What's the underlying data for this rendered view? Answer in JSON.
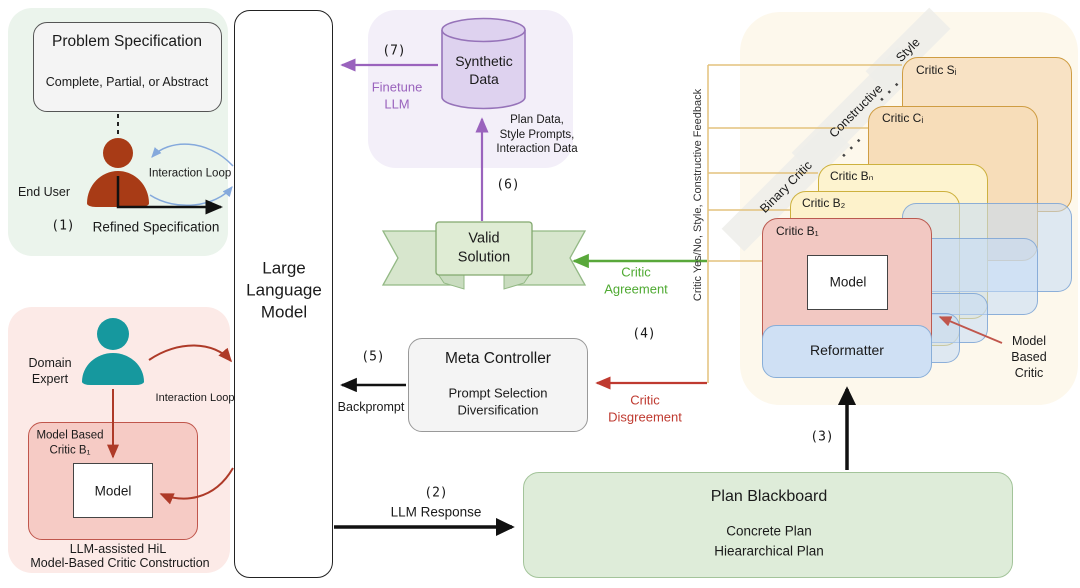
{
  "problem_spec": {
    "title": "Problem Specification",
    "subtitle": "Complete, Partial, or Abstract",
    "user": "End User",
    "loop": "Interaction Loop",
    "step": "(1)",
    "step_label": "Refined Specification"
  },
  "llm": {
    "title": "Large\nLanguage\nModel"
  },
  "synthetic": {
    "step7": "(7)",
    "finetune": "Finetune\nLLM",
    "cylinder": "Synthetic\nData",
    "note": "Plan Data,\nStyle Prompts,\nInteraction Data",
    "step6": "(6)"
  },
  "valid_solution": {
    "label": "Valid\nSolution",
    "agreement": "Critic\nAgreement"
  },
  "meta": {
    "title": "Meta Controller",
    "body": "Prompt Selection\nDiversification",
    "step5": "(5)",
    "backprompt": "Backprompt",
    "step4": "(4)",
    "disagreement": "Critic\nDisgreement"
  },
  "response": {
    "step2": "(2)",
    "label": "LLM Response"
  },
  "blackboard": {
    "title": "Plan Blackboard",
    "line1": "Concrete Plan",
    "line2": "Hieararchical Plan",
    "step3": "(3)"
  },
  "hil": {
    "expert": "Domain\nExpert",
    "loop": "Interaction Loop",
    "critic_label": "Model Based\nCritic B₁",
    "model": "Model",
    "caption1": "LLM-assisted HiL",
    "caption2": "Model-Based Critic Construction"
  },
  "critics": {
    "axis": "Critic Yes/No, Style, Constructive Feedback",
    "binary": "Binary Critic",
    "constructive": "Constructive",
    "style": "Style",
    "dots": "· · ·",
    "cards": [
      {
        "label": "Critic Sᵢ"
      },
      {
        "label": "Critic Cᵢ"
      },
      {
        "label": "Critic Bₙ"
      },
      {
        "label": "Critic B₂"
      },
      {
        "label": "Critic B₁"
      }
    ],
    "model": "Model",
    "reformatter": "Reformatter",
    "annotation": "Model Based\nCritic"
  },
  "colors": {
    "purple_accent": "#9a63bd",
    "green_accent": "#59a83b",
    "red_accent": "#bf3a30",
    "brick_arrow": "#ae3a28",
    "blue_arc": "#85a9dc",
    "yellow_line": "#e3c27d",
    "end_user_person": "#a83b16",
    "domain_expert_person": "#16989e",
    "panel_green": "#ebf4ec",
    "panel_pink": "#fceae7",
    "panel_lavender": "#f3eff9",
    "panel_cream": "#fdf8ec",
    "card_orange": "#f8e1bf",
    "card_yellow": "#fdf2cb",
    "card_red": "#f2c8c2",
    "card_blue": "#cfe0f4"
  }
}
